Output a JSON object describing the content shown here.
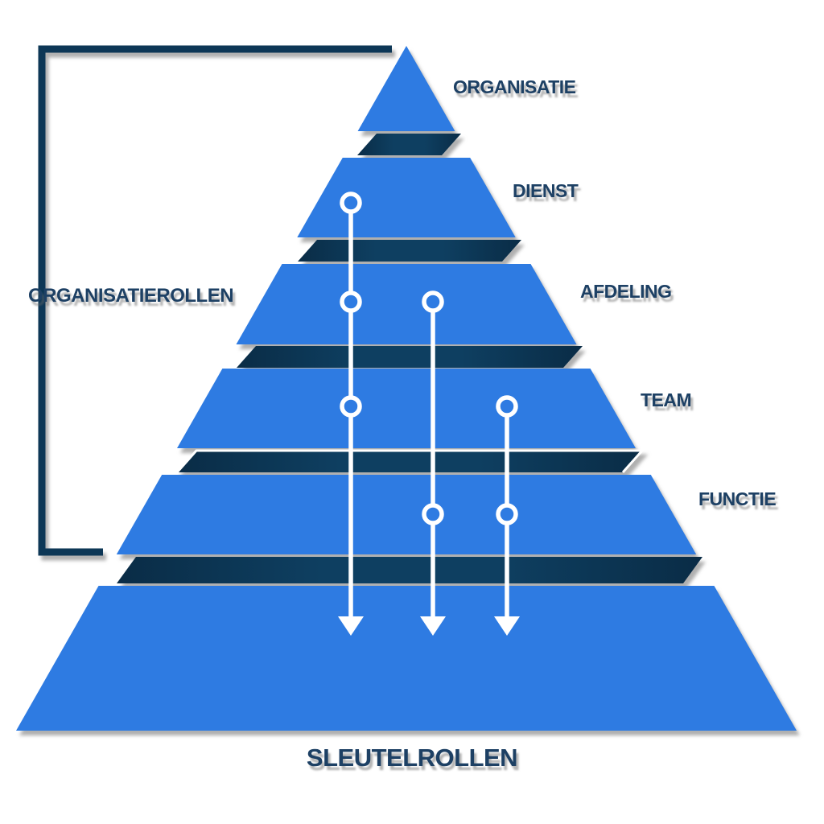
{
  "diagram": {
    "title": "SLEUTELROLLEN",
    "bracket_label": "ORGANISATIEROLLEN",
    "bottom_label": "SLEUTELROLLEN",
    "levels": [
      {
        "label": "ORGANISATIE"
      },
      {
        "label": "DIENST"
      },
      {
        "label": "AFDELING"
      },
      {
        "label": "TEAM"
      },
      {
        "label": "FUNCTIE"
      }
    ],
    "colors": {
      "tier_blue": "#2e7be2",
      "band_navy": "#0e3f61",
      "band_navy_dark": "#0a2c46",
      "bracket_navy": "#0d3756",
      "label_navy": "#1d4064",
      "arrow_white": "#ffffff"
    }
  }
}
